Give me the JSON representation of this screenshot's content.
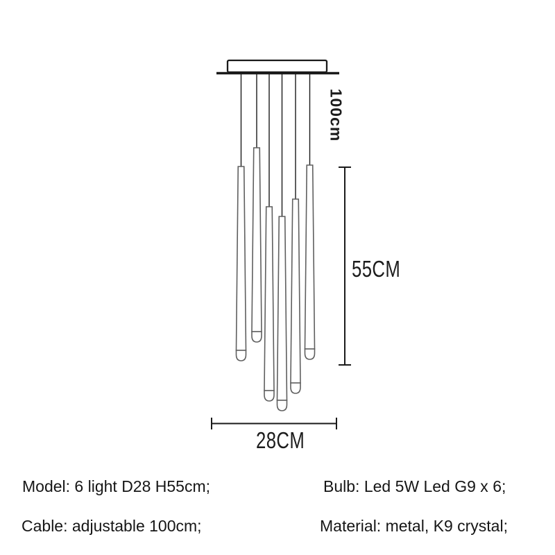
{
  "diagram": {
    "cable_length_label": "100cm",
    "height_label": "55CM",
    "diameter_label": "28CM",
    "light_count": 6
  },
  "specs": {
    "model": "Model: 6 light D28 H55cm;",
    "bulb": "Bulb: Led 5W Led G9 x 6;",
    "cable": "Cable: adjustable 100cm;",
    "material": "Material: metal, K9 crystal;"
  },
  "colors": {
    "background": "#ffffff",
    "line": "#1a1a1a",
    "tube_stroke": "#5f5f5f",
    "text": "#1c1c1c"
  }
}
